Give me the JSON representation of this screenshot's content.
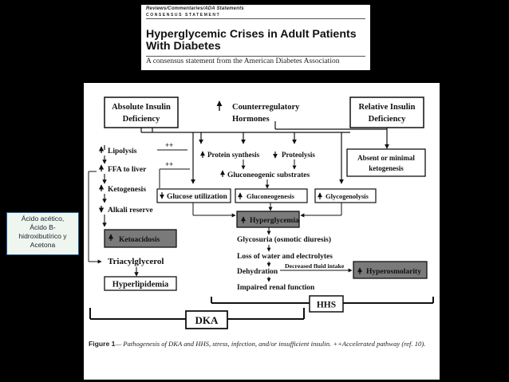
{
  "header": {
    "line1": "Reviews/Commentaries/ADA Statements",
    "line2": "CONSENSUS STATEMENT",
    "title": "Hyperglycemic Crises in Adult Patients With Diabetes",
    "subtitle": "A consensus statement from the American Diabetes Association"
  },
  "side_note": {
    "line1": "Ácido acético,",
    "line2": "Ácido B-",
    "line3": "hidroxibutírico y",
    "line4": "Acetona"
  },
  "diagram": {
    "absolute_insulin": [
      "Absolute Insulin",
      "Deficiency"
    ],
    "counterregulatory": [
      "Counterregulatory",
      "Hormones"
    ],
    "relative_insulin": [
      "Relative Insulin",
      "Deficiency"
    ],
    "lipolysis": "Lipolysis",
    "ffa_to_liver": "FFA to liver",
    "ketogenesis": "Ketogenesis",
    "alkali_reserve": "Alkali reserve",
    "ketoacidosis": "Ketoacidosis",
    "triacylglycerol": "Triacylglycerol",
    "hyperlipidemia": "Hyperlipidemia",
    "plus_plus": "++",
    "protein_synthesis": "Protein synthesis",
    "proteolysis": "Proteolysis",
    "gluconeogenic_substrates": "Gluconeogenic substrates",
    "glucose_utilization": "Glucose utilization",
    "gluconeogenesis": "Gluconeogenesis",
    "glycogenolysis": "Glycogenolysis",
    "absent_ketogenesis": [
      "Absent or minimal",
      "ketogenesis"
    ],
    "hyperglycemia": "Hyperglycemia",
    "glycosuria": "Glycosuria (osmotic diuresis)",
    "loss_water": "Loss of water and electrolytes",
    "dehydration": "Dehydration",
    "decreased_fluid": "Decreased fluid intake",
    "hyperosmolarity": "Hyperosmolarity",
    "impaired_renal": "Impaired renal function",
    "hhs": "HHS",
    "dka": "DKA"
  },
  "caption": {
    "label": "Figure 1",
    "text": "— Pathogenesis of DKA and HHS, stress, infection, and/or insufficient insulin. ++Accelerated pathway (ref. 10)."
  }
}
